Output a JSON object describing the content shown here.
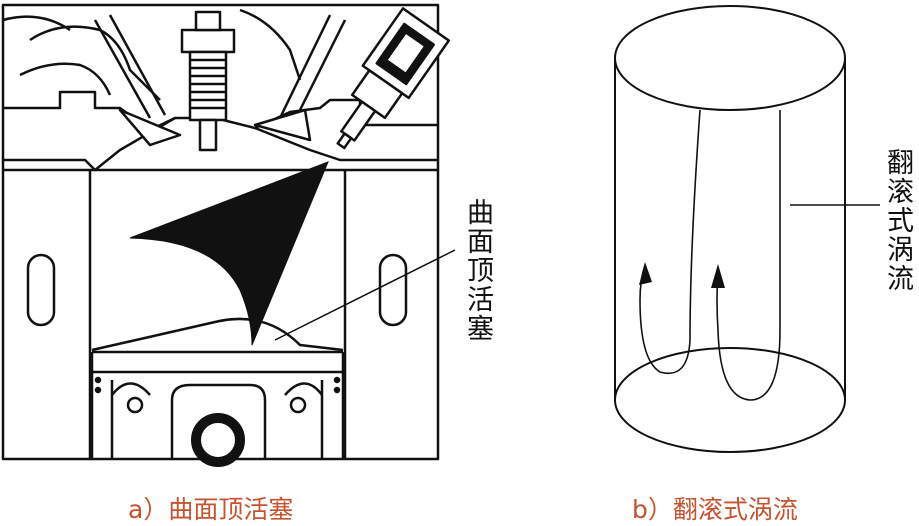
{
  "panel_a": {
    "label": "曲面顶活塞",
    "caption": "a）曲面顶活塞"
  },
  "panel_b": {
    "label": "翻滚式涡流",
    "caption": "b）翻滚式涡流"
  },
  "colors": {
    "line": "#111111",
    "caption": "#c5532f"
  }
}
